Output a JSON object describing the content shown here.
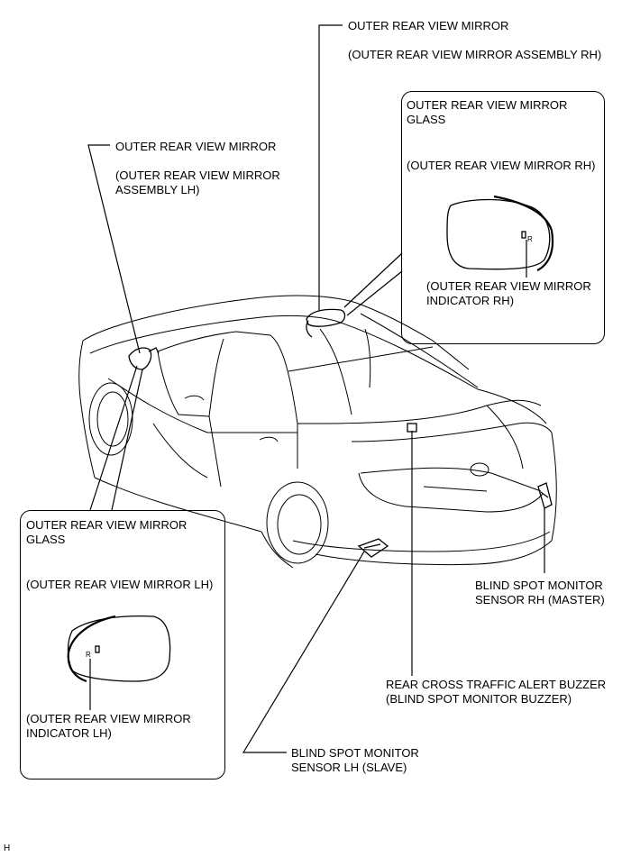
{
  "labels": {
    "rh_mirror": "OUTER REAR VIEW MIRROR",
    "rh_mirror_assy": "(OUTER REAR VIEW MIRROR ASSEMBLY RH)",
    "lh_mirror": "OUTER REAR VIEW MIRROR",
    "lh_mirror_assy_1": "(OUTER REAR VIEW MIRROR",
    "lh_mirror_assy_2": "ASSEMBLY LH)",
    "rh_glass_1": "OUTER REAR VIEW MIRROR",
    "rh_glass_2": "GLASS",
    "rh_glass_sub": "(OUTER REAR VIEW MIRROR RH)",
    "rh_indicator_1": "(OUTER REAR VIEW MIRROR",
    "rh_indicator_2": "INDICATOR RH)",
    "lh_glass_1": "OUTER REAR VIEW MIRROR",
    "lh_glass_2": "GLASS",
    "lh_glass_sub": "(OUTER REAR VIEW MIRROR LH)",
    "lh_indicator_1": "(OUTER REAR VIEW MIRROR",
    "lh_indicator_2": "INDICATOR LH)",
    "bsm_rh_1": "BLIND SPOT MONITOR",
    "bsm_rh_2": "SENSOR RH (MASTER)",
    "buzzer_1": "REAR CROSS TRAFFIC ALERT BUZZER",
    "buzzer_2": "(BLIND SPOT MONITOR BUZZER)",
    "bsm_lh_1": "BLIND SPOT MONITOR",
    "bsm_lh_2": "SENSOR LH (SLAVE)",
    "corner_code": "H"
  }
}
